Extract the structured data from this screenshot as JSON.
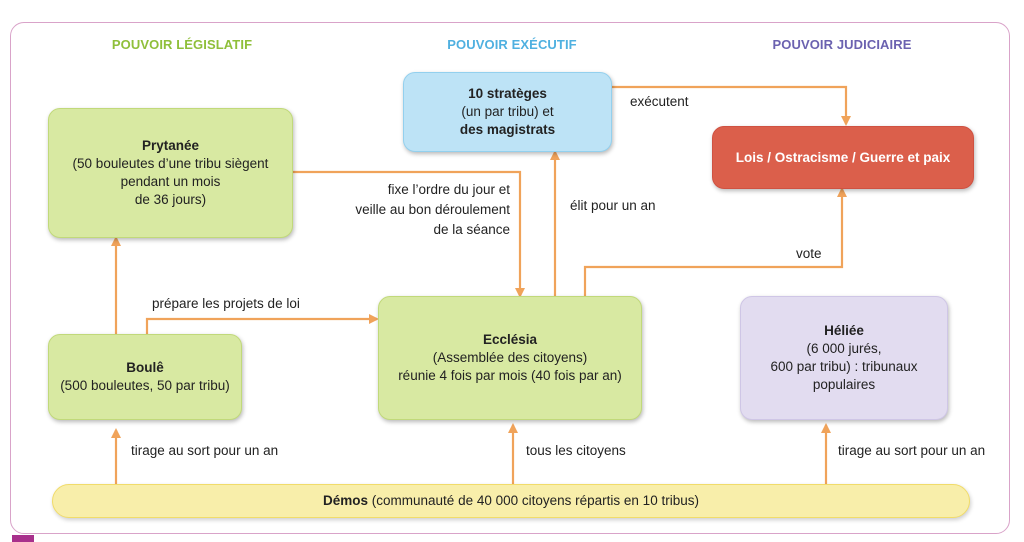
{
  "headers": {
    "legislatif": "POUVOIR LÉGISLATIF",
    "executif": "POUVOIR EXÉCUTIF",
    "judiciaire": "POUVOIR JUDICIAIRE"
  },
  "colors": {
    "legislatif": "#8fbf3a",
    "executif": "#4fb0e0",
    "judiciaire": "#6b62b0",
    "arrow": "#f0a35a"
  },
  "boxes": {
    "prytanee": {
      "title": "Prytanée",
      "line1": "(50 bouleutes d’une tribu siègent",
      "line2": "pendant un mois",
      "line3": "de 36 jours)"
    },
    "strateges": {
      "title": "10 stratèges",
      "line1": "(un par tribu) et",
      "line2": "des magistrats"
    },
    "lois": {
      "title": "Lois / Ostracisme / Guerre et paix"
    },
    "boule": {
      "title": "Boulê",
      "line1": "(500 bouleutes, 50 par tribu)"
    },
    "ecclesia": {
      "title": "Ecclésia",
      "line1": "(Assemblée des citoyens)",
      "line2": "réunie 4 fois par mois (40 fois par an)"
    },
    "heliee": {
      "title": "Héliée",
      "line1": "(6 000 jurés,",
      "line2": "600 par tribu) : tribunaux",
      "line3": "populaires"
    },
    "demos": {
      "title": "Démos",
      "rest": " (communauté de 40 000 citoyens répartis en 10 tribus)"
    }
  },
  "labels": {
    "executent": "exécutent",
    "fixe1": "fixe l’ordre du jour et",
    "fixe2": "veille au bon déroulement",
    "fixe3": "de la séance",
    "elit": "élit pour un an",
    "vote": "vote",
    "prepare": "prépare les projets de loi",
    "tirage_boule": "tirage au sort pour un an",
    "tous": "tous les citoyens",
    "tirage_heliee": "tirage au sort pour un an"
  }
}
